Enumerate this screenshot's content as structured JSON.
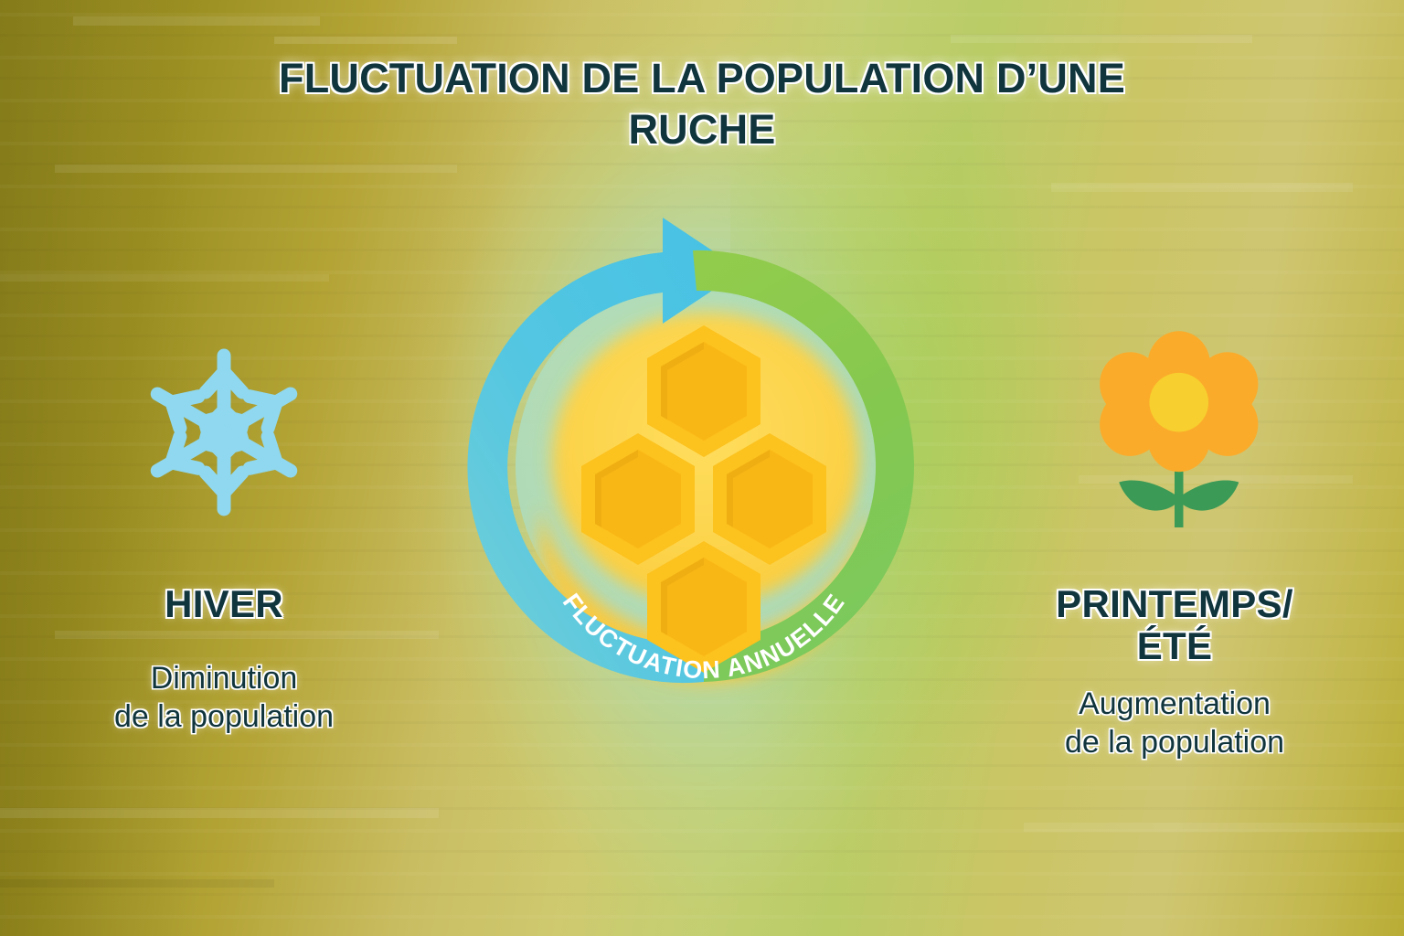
{
  "title": "FLUCTUATION DE LA POPULATION D’UNE\nRUCHE",
  "center": {
    "ring_label": "FLUCTUATION ANNUELLE",
    "emblem": "honeycomb-icon",
    "arrow_direction": "clockwise"
  },
  "left": {
    "icon": "snowflake-icon",
    "season": "HIVER",
    "description": "Diminution\nde la population"
  },
  "right": {
    "icon": "flower-icon",
    "season": "PRINTEMPS/\nÉTÉ",
    "description": "Augmentation\nde la population"
  },
  "colors": {
    "text_dark": "#11353d",
    "text_outline": "#ffffff",
    "ring_cold": "#4dc4e0",
    "ring_warm": "#8fcc4e",
    "ring_honey": "#fdc93a",
    "snowflake": "#8fd8ef",
    "flower_petal": "#fbab2a",
    "flower_center": "#f7cf2e",
    "flower_stem": "#3a9a56",
    "honeycomb": "#fcc21e",
    "honeycomb_cell": "#f9b716",
    "bg_gold": "#b8a832",
    "bg_olive": "#8f8620",
    "bg_mint": "#aedcb8",
    "bg_green": "#9ace46"
  }
}
